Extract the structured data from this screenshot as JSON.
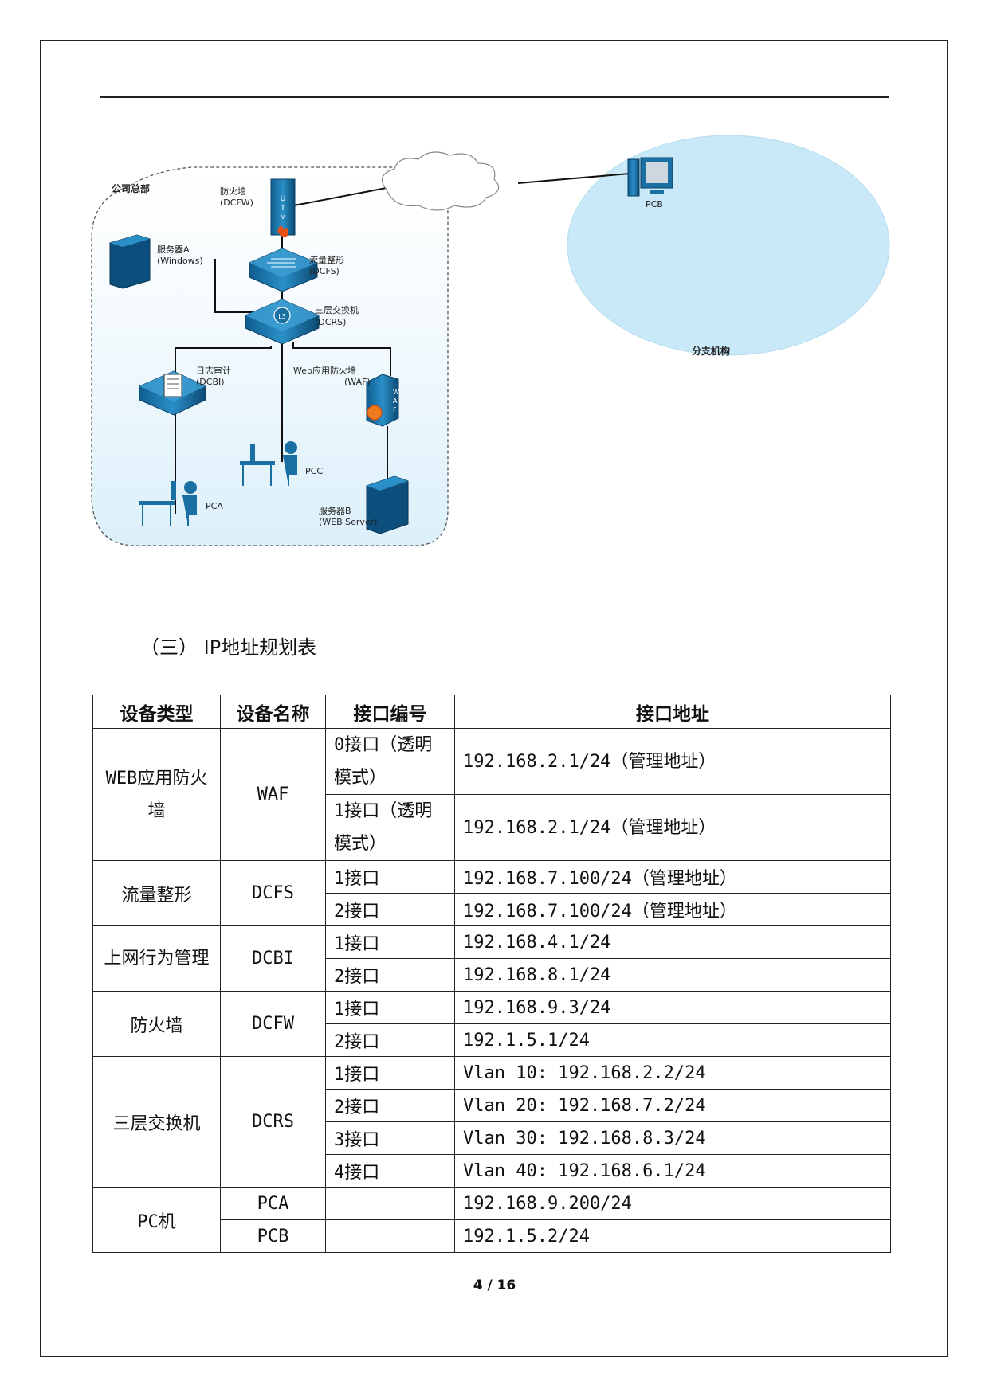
{
  "diagram": {
    "hq_label": "公司总部",
    "branch_label": "分支机构",
    "pcb_label": "PCB",
    "firewall": {
      "name": "防火墙",
      "code": "(DCFW)"
    },
    "dcfs": {
      "name": "流量整形",
      "code": "(DCFS)"
    },
    "dcrs": {
      "name": "三层交换机",
      "code": "(DCRS)"
    },
    "server_a": {
      "name": "服务器A",
      "code": "(Windows)"
    },
    "dcbi": {
      "name": "日志审计",
      "code": "(DCBI)"
    },
    "waf": {
      "name": "Web应用防火墙",
      "code": "(WAF)"
    },
    "pcc_label": "PCC",
    "pca_label": "PCA",
    "server_b": {
      "name": "服务器B",
      "code": "(WEB Server)"
    }
  },
  "section_title": "（三） IP地址规划表",
  "table": {
    "headers": [
      "设备类型",
      "设备名称",
      "接口编号",
      "接口地址"
    ],
    "groups": [
      {
        "type": "WEB应用防火墙",
        "name": "WAF",
        "rows": [
          {
            "port": "0接口（透明模式）",
            "addr": "192.168.2.1/24（管理地址）"
          },
          {
            "port": "1接口（透明模式）",
            "addr": "192.168.2.1/24（管理地址）"
          }
        ]
      },
      {
        "type": "流量整形",
        "name": "DCFS",
        "rows": [
          {
            "port": "1接口",
            "addr": "192.168.7.100/24（管理地址）"
          },
          {
            "port": "2接口",
            "addr": "192.168.7.100/24（管理地址）"
          }
        ]
      },
      {
        "type": "上网行为管理",
        "name": "DCBI",
        "rows": [
          {
            "port": "1接口",
            "addr": "192.168.4.1/24"
          },
          {
            "port": "2接口",
            "addr": "192.168.8.1/24"
          }
        ]
      },
      {
        "type": "防火墙",
        "name": "DCFW",
        "rows": [
          {
            "port": "1接口",
            "addr": "192.168.9.3/24"
          },
          {
            "port": "2接口",
            "addr": "192.1.5.1/24"
          }
        ]
      },
      {
        "type": "三层交换机",
        "name": "DCRS",
        "rows": [
          {
            "port": "1接口",
            "addr": "Vlan 10: 192.168.2.2/24"
          },
          {
            "port": "2接口",
            "addr": "Vlan 20: 192.168.7.2/24"
          },
          {
            "port": "3接口",
            "addr": "Vlan 30: 192.168.8.3/24"
          },
          {
            "port": "4接口",
            "addr": "Vlan 40: 192.168.6.1/24"
          }
        ]
      },
      {
        "type": "PC机",
        "name": "",
        "rows": [
          {
            "pc": "PCA",
            "port": "",
            "addr": "192.168.9.200/24"
          },
          {
            "pc": "PCB",
            "port": "",
            "addr": "192.1.5.2/24"
          }
        ]
      }
    ]
  },
  "page_number": "4 / 16",
  "colors": {
    "branch_fill": "#c9e9f8",
    "device_blue": "#1a6fa3",
    "hq_fill_bottom": "#e3f3fb"
  }
}
